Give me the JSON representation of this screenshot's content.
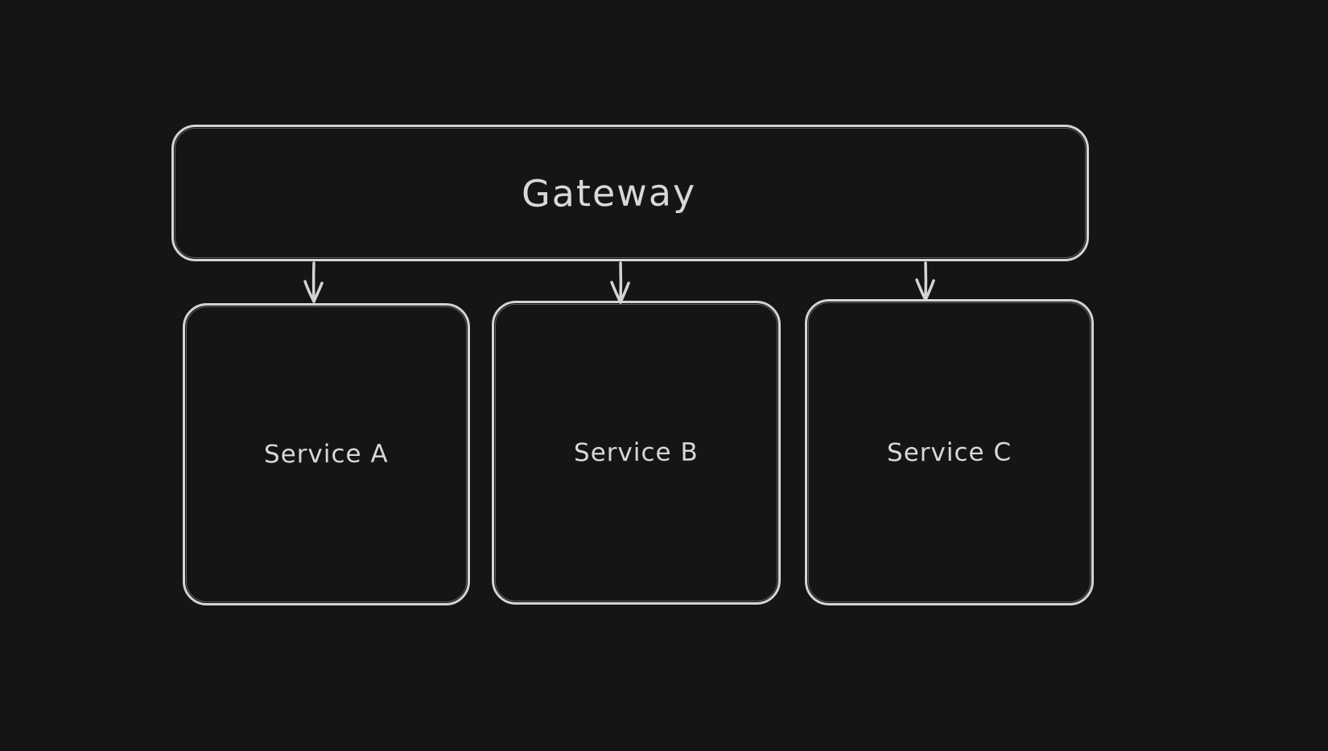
{
  "diagram": {
    "type": "architecture-diagram",
    "style": "hand-drawn-dark",
    "colors": {
      "background": "#151515",
      "stroke": "#d4d4d4",
      "text": "#d8d8d8"
    },
    "nodes": [
      {
        "id": "gateway",
        "label": "Gateway",
        "shape": "rounded-rectangle"
      },
      {
        "id": "service-a",
        "label": "Service A",
        "shape": "rounded-rectangle"
      },
      {
        "id": "service-b",
        "label": "Service B",
        "shape": "rounded-rectangle"
      },
      {
        "id": "service-c",
        "label": "Service C",
        "shape": "rounded-rectangle"
      }
    ],
    "edges": [
      {
        "from": "gateway",
        "to": "service-a",
        "type": "arrow",
        "direction": "down"
      },
      {
        "from": "gateway",
        "to": "service-b",
        "type": "arrow",
        "direction": "down"
      },
      {
        "from": "gateway",
        "to": "service-c",
        "type": "arrow",
        "direction": "down"
      }
    ]
  }
}
